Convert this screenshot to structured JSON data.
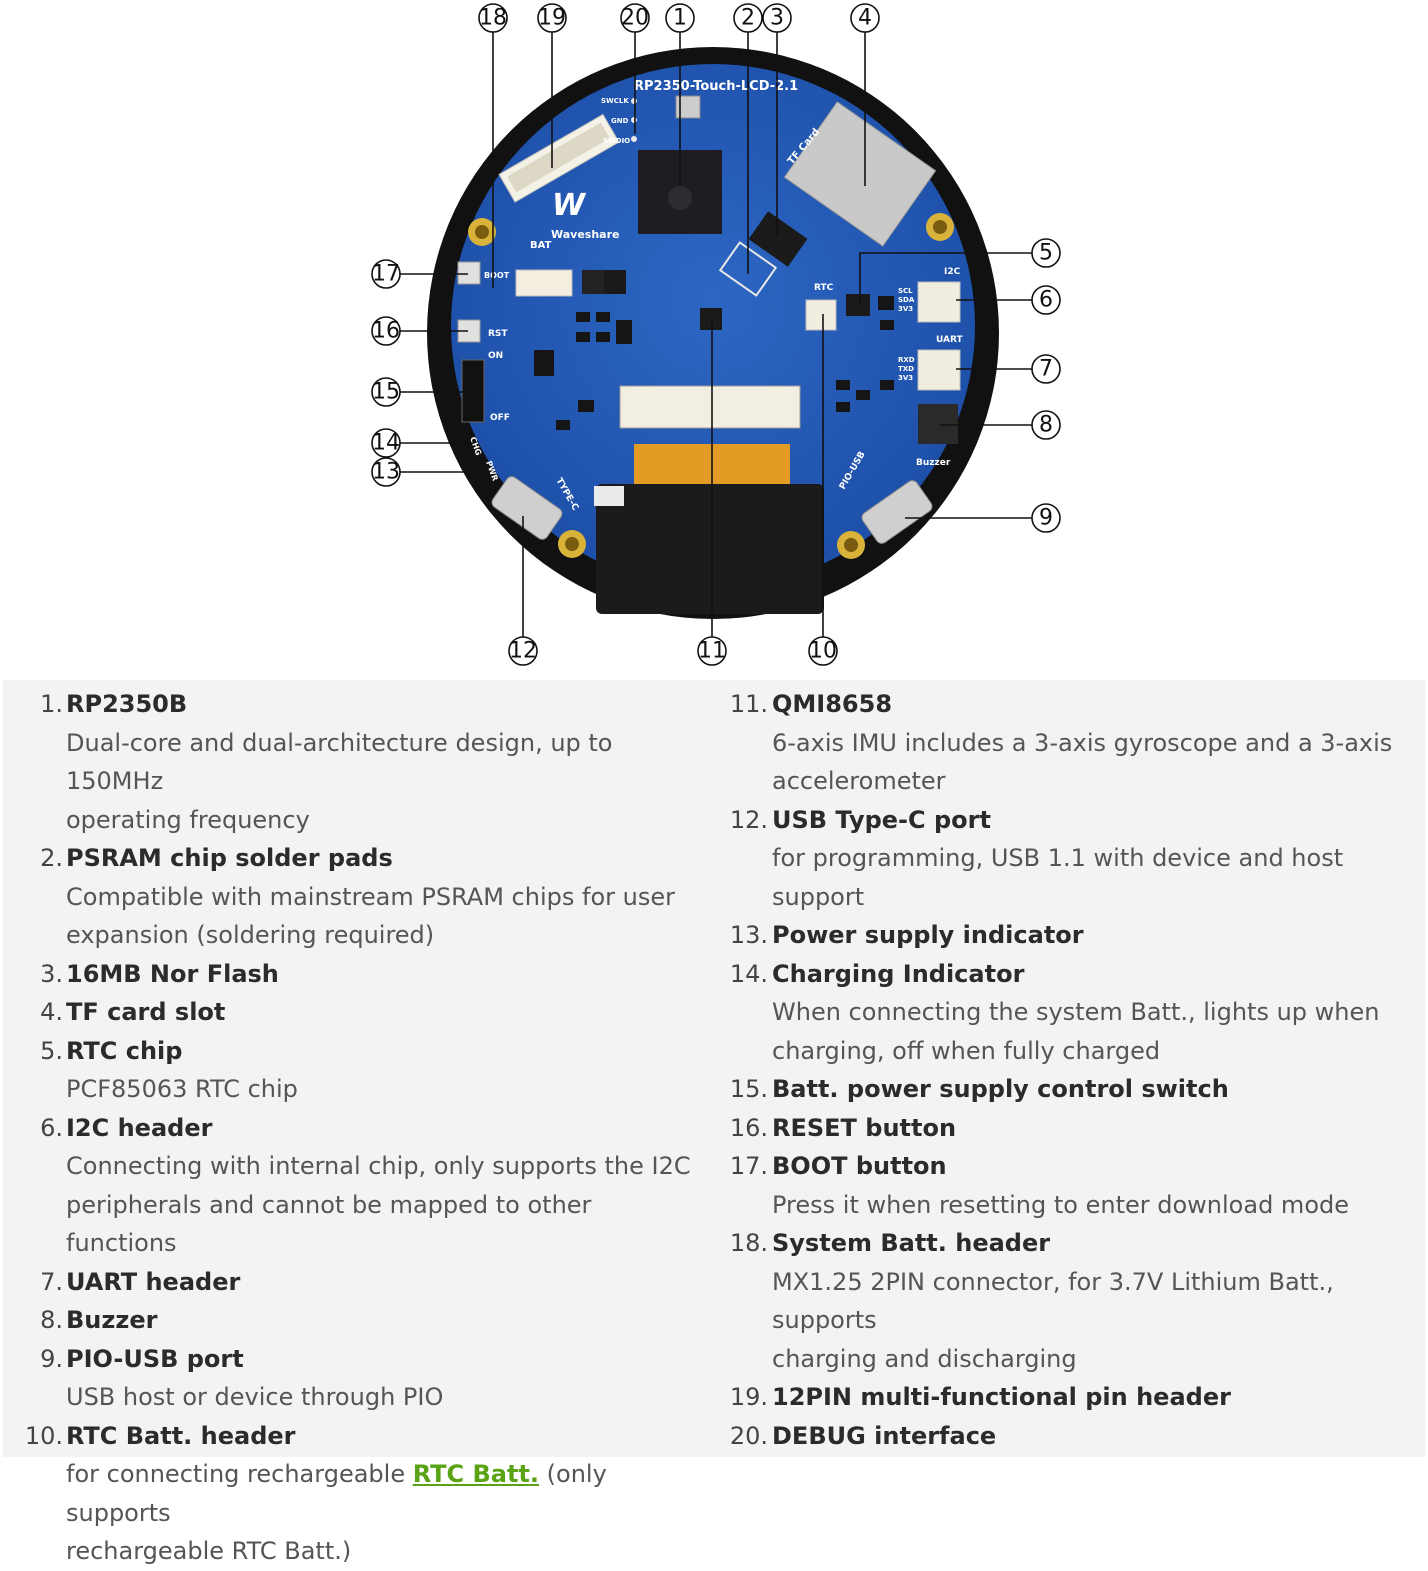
{
  "board": {
    "silkscreen": {
      "model": "RP2350-Touch-LCD-2.1",
      "brand": "Waveshare",
      "tf_card": "TF Card",
      "bat": "BAT",
      "boot": "BOOT",
      "rst": "RST",
      "on": "ON",
      "off": "OFF",
      "rtc": "RTC",
      "i2c": "I2C",
      "uart": "UART",
      "buzzer": "Buzzer",
      "type_c": "TYPE-C",
      "pio_usb": "PIO-USB",
      "chg": "CHG",
      "pwr": "PWR",
      "swclk": "SWCLK",
      "gnd": "GND",
      "swdio": "SWDIO",
      "scl": "SCL",
      "sda": "SDA",
      "v33": "3V3",
      "rxd": "RXD",
      "txd": "TXD"
    },
    "callouts": [
      "18",
      "19",
      "20",
      "1",
      "2",
      "3",
      "4",
      "5",
      "6",
      "7",
      "8",
      "9",
      "10",
      "11",
      "12",
      "13",
      "14",
      "15",
      "16",
      "17"
    ]
  },
  "features_left": [
    {
      "num": "1.",
      "title": "RP2350B",
      "desc": [
        "Dual-core and dual-architecture design, up to 150MHz",
        "operating frequency"
      ]
    },
    {
      "num": "2.",
      "title": "PSRAM chip solder pads",
      "desc": [
        "Compatible with mainstream PSRAM chips for user",
        "expansion (soldering required)"
      ]
    },
    {
      "num": "3.",
      "title": "16MB Nor Flash",
      "desc": []
    },
    {
      "num": "4.",
      "title": "TF card slot",
      "desc": []
    },
    {
      "num": "5.",
      "title": "RTC chip",
      "desc": [
        "PCF85063 RTC chip"
      ]
    },
    {
      "num": "6.",
      "title": "I2C header",
      "desc": [
        "Connecting with internal chip, only supports the I2C",
        "peripherals and cannot be mapped to other functions"
      ]
    },
    {
      "num": "7.",
      "title": "UART header",
      "desc": []
    },
    {
      "num": "8.",
      "title": "Buzzer",
      "desc": []
    },
    {
      "num": "9.",
      "title": "PIO-USB port",
      "desc": [
        "USB host or device through PIO"
      ]
    },
    {
      "num": "10.",
      "title": "RTC Batt. header",
      "desc_prefix": "for connecting rechargeable ",
      "desc_link": "RTC Batt.",
      "desc_suffix": " (only supports",
      "desc_line2": "rechargeable RTC Batt.)"
    }
  ],
  "features_right": [
    {
      "num": "11.",
      "title": "QMI8658",
      "desc": [
        "6-axis IMU includes a 3-axis gyroscope and a 3-axis",
        "accelerometer"
      ]
    },
    {
      "num": "12.",
      "title": "USB Type-C port",
      "desc": [
        "for programming, USB 1.1 with device and host support"
      ]
    },
    {
      "num": "13.",
      "title": "Power supply indicator",
      "desc": []
    },
    {
      "num": "14.",
      "title": "Charging Indicator",
      "desc": [
        "When connecting the system Batt., lights up when",
        "charging, off when fully charged"
      ]
    },
    {
      "num": "15.",
      "title": "Batt. power supply control switch",
      "desc": []
    },
    {
      "num": "16.",
      "title": "RESET button",
      "desc": []
    },
    {
      "num": "17.",
      "title": "BOOT button",
      "desc": [
        "Press it when resetting to enter download mode"
      ]
    },
    {
      "num": "18.",
      "title": "System Batt. header",
      "desc": [
        "MX1.25 2PIN connector, for 3.7V Lithium Batt., supports",
        "charging and discharging"
      ]
    },
    {
      "num": "19.",
      "title": "12PIN multi-functional pin header",
      "desc": []
    },
    {
      "num": "20.",
      "title": "DEBUG interface",
      "desc": []
    }
  ]
}
